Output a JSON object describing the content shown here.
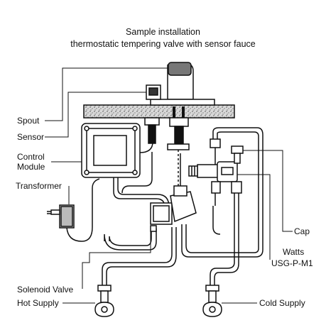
{
  "title": {
    "line1": "Sample installation",
    "line2": "thermostatic tempering valve with sensor fauce"
  },
  "labels": {
    "spout": "Spout",
    "sensor": "Sensor",
    "control_module_1": "Control",
    "control_module_2": "Module",
    "transformer": "Transformer",
    "solenoid_valve": "Solenoid Valve",
    "hot_supply": "Hot Supply",
    "cap": "Cap",
    "watts_1": "Watts",
    "watts_2": "USG-P-M1",
    "cold_supply": "Cold Supply"
  }
}
